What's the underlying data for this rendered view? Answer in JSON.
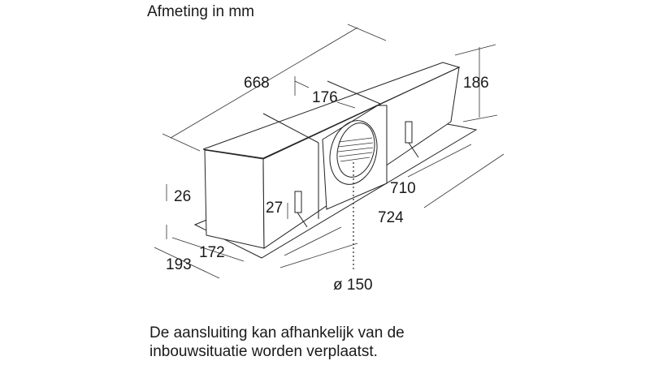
{
  "title": "Afmeting in mm",
  "note": {
    "line1": "De aansluiting kan afhankelijk van de",
    "line2": "inbouwsituatie worden verplaatst."
  },
  "dimensions": {
    "length_top": "668",
    "height": "186",
    "outlet_offset": "176",
    "inner_length": "710",
    "outer_length": "724",
    "flange_top": "26",
    "flange_side": "27",
    "inner_depth": "172",
    "outer_depth": "193",
    "outlet_diameter": "ø 150"
  }
}
